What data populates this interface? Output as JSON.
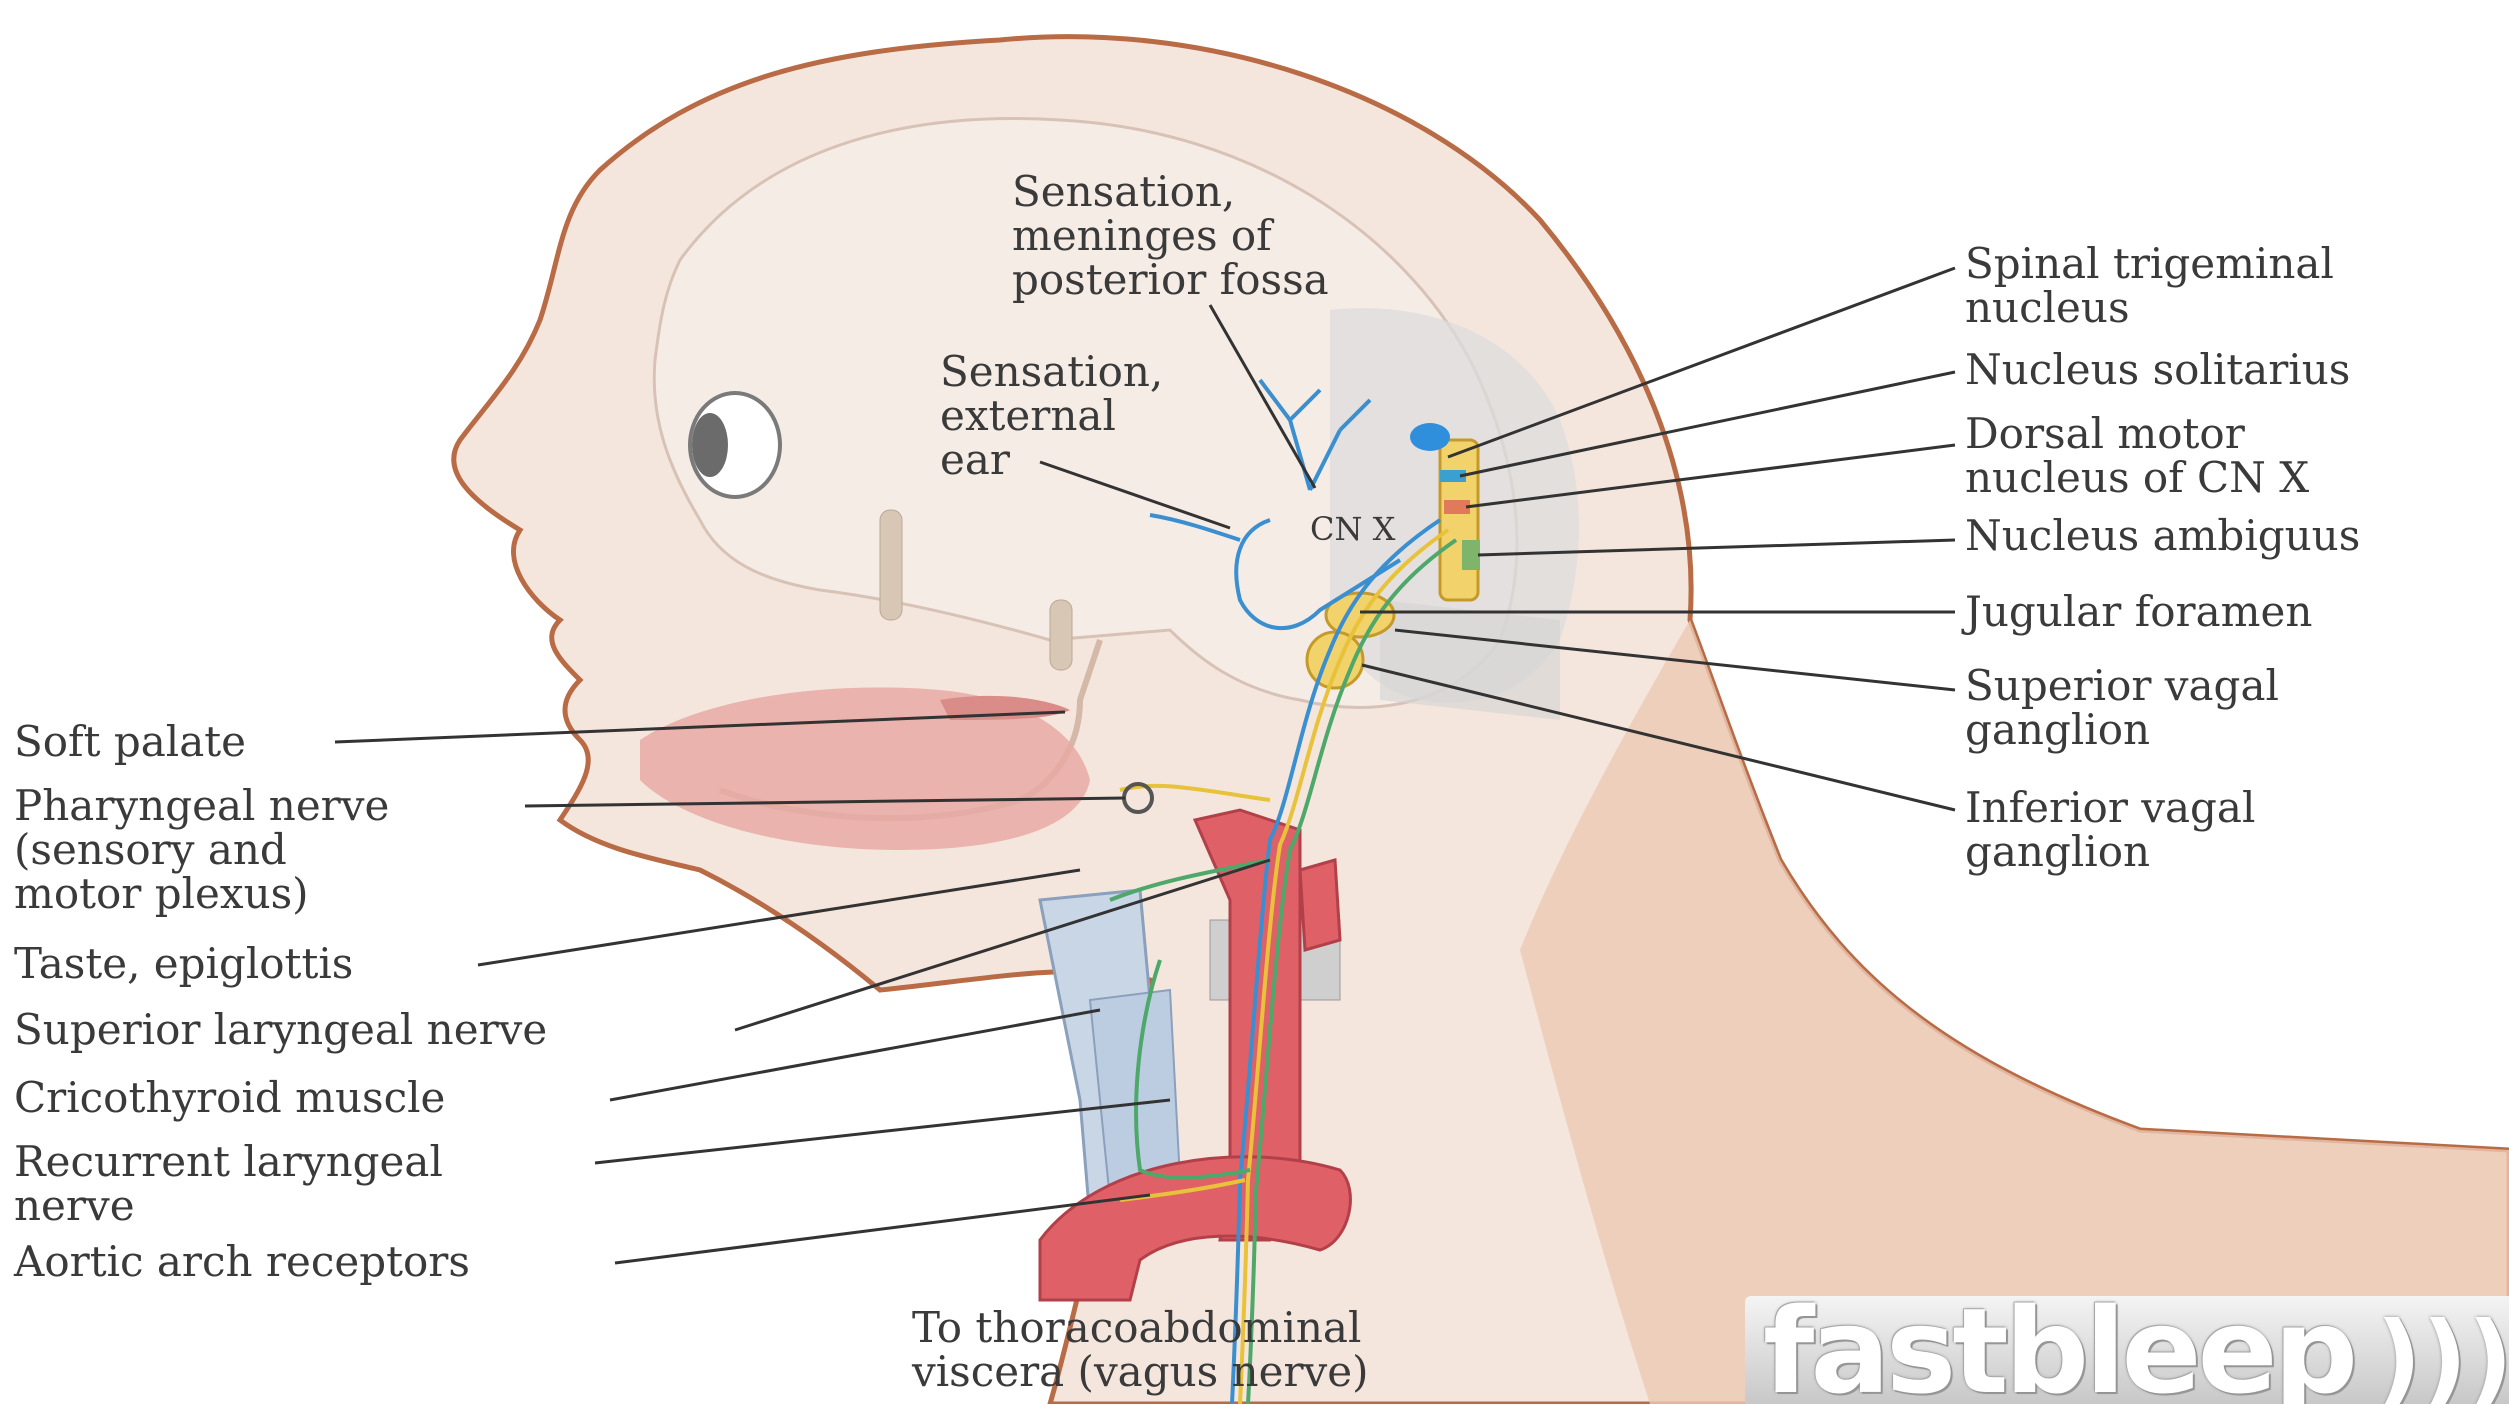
{
  "diagram": {
    "center_labels": {
      "meninges": [
        "Sensation,",
        "meninges of",
        "posterior fossa"
      ],
      "external_ear": [
        "Sensation,",
        "external",
        "ear"
      ],
      "cn_x": "CN X",
      "thoraco": [
        "To thoracoabdominal",
        "viscera (vagus nerve)"
      ]
    },
    "right_labels": {
      "spinal_trigeminal": [
        "Spinal trigeminal",
        "nucleus"
      ],
      "nucleus_solitarius": "Nucleus solitarius",
      "dorsal_motor": [
        "Dorsal motor",
        "nucleus of CN X"
      ],
      "nucleus_ambiguus": "Nucleus ambiguus",
      "jugular_foramen": "Jugular foramen",
      "superior_ganglion": [
        "Superior vagal",
        "ganglion"
      ],
      "inferior_ganglion": [
        "Inferior vagal",
        "ganglion"
      ]
    },
    "left_labels": {
      "soft_palate": "Soft palate",
      "pharyngeal": [
        "Pharyngeal nerve",
        "(sensory and",
        "motor plexus)"
      ],
      "taste_epiglottis": "Taste, epiglottis",
      "superior_laryngeal": "Superior laryngeal nerve",
      "cricothyroid": "Cricothyroid muscle",
      "recurrent_laryngeal": [
        "Recurrent laryngeal",
        "nerve"
      ],
      "aortic_arch": "Aortic arch receptors"
    }
  },
  "logo": {
    "text": "fastbleep",
    "waves": ")))"
  },
  "colors": {
    "skin": "#f4e6dd",
    "skin_outline": "#b86b45",
    "skin_shadow": "#e8c2ad",
    "nerve_blue": "#3a8fd0",
    "nerve_yellow": "#e8c23a",
    "nerve_green": "#4ea86a",
    "artery": "#e06068",
    "leader": "#333333"
  }
}
